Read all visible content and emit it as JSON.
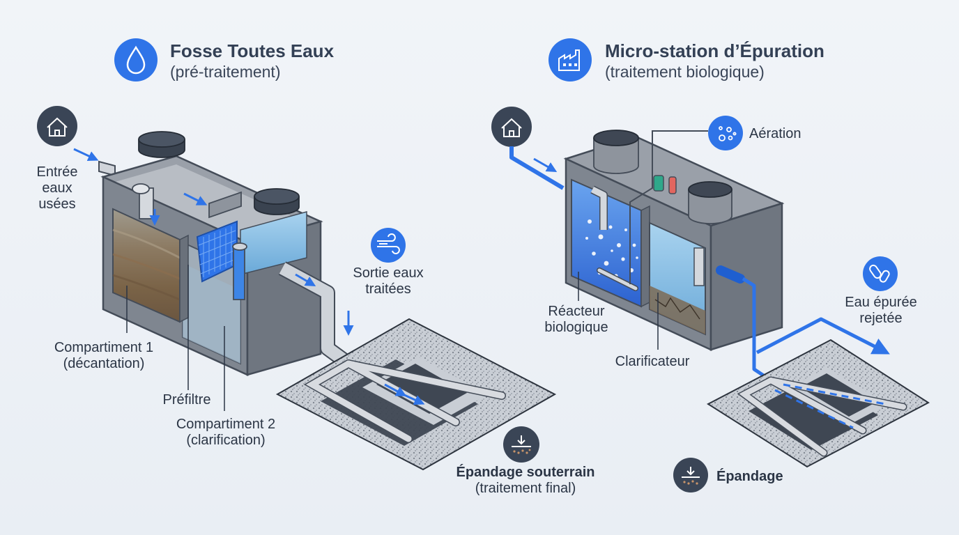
{
  "left_system": {
    "title": "Fosse Toutes Eaux",
    "subtitle": "(pré-traitement)",
    "inlet_label": [
      "Entrée",
      "eaux",
      "usées"
    ],
    "outlet_label": [
      "Sortie eaux",
      "traitées"
    ],
    "compartment1": [
      "Compartiment 1",
      "(décantation)"
    ],
    "prefilter": "Préfiltre",
    "compartment2": [
      "Compartiment 2",
      "(clarification)"
    ],
    "spreading": [
      "Épandage souterrain",
      "(traitement final)"
    ]
  },
  "right_system": {
    "title": "Micro-station d’Épuration",
    "subtitle": "(traitement biologique)",
    "aeration": "Aération",
    "reactor": [
      "Réacteur",
      "biologique"
    ],
    "clarifier": "Clarificateur",
    "treated_water": [
      "Eau épurée",
      "rejetée"
    ],
    "spreading": "Épandage"
  },
  "icons": {
    "left_title_icon": "water-drop-icon",
    "right_title_icon": "factory-icon",
    "house_icons": "house-icon",
    "outlet_icon": "wind-flow-icon",
    "aeration_icon": "bubbles-icon",
    "bacteria_icon": "bacteria-icon",
    "spreading_icon": "soil-infiltration-icon"
  },
  "colors": {
    "accent_blue": "#2f74e8",
    "dark_icon": "#3a4556",
    "tank_grey": "#8a919b",
    "water_blue": "#4a8fe0"
  }
}
